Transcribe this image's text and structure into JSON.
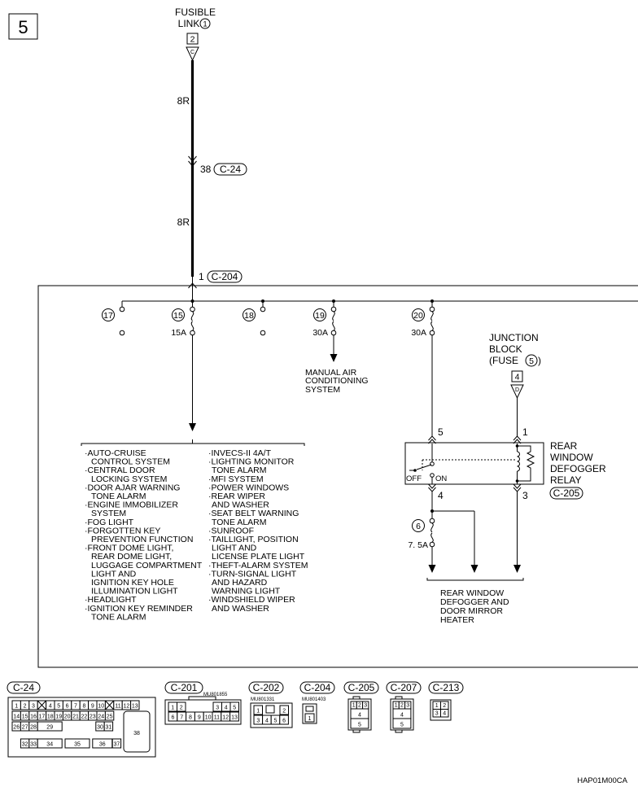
{
  "page_number": "5",
  "fusible_link": {
    "title_line1": "FUSIBLE",
    "title_line2": "LINK",
    "title_num": "1",
    "terminal": "2",
    "conn_letter": "C"
  },
  "wires": {
    "w1": "8R",
    "w2": "8R"
  },
  "splice_1": {
    "pin": "38",
    "conn": "C-24"
  },
  "splice_2": {
    "pin": "1",
    "conn": "C-204"
  },
  "fuses": [
    {
      "num": "17",
      "rating": ""
    },
    {
      "num": "15",
      "rating": "15A"
    },
    {
      "num": "18",
      "rating": ""
    },
    {
      "num": "19",
      "rating": "30A"
    },
    {
      "num": "20",
      "rating": "30A"
    }
  ],
  "mac": [
    "MANUAL AIR",
    "CONDITIONING",
    "SYSTEM"
  ],
  "junction": {
    "line1": "JUNCTION",
    "line2": "BLOCK",
    "line3": "(FUSE",
    "fuse_num": "5",
    "line3_end": ")",
    "terminal": "4",
    "conn_letter": "D"
  },
  "relay": {
    "lines": [
      "REAR",
      "WINDOW",
      "DEFOGGER",
      "RELAY"
    ],
    "conn": "C-205",
    "pins": {
      "p5": "5",
      "p1": "1",
      "p4": "4",
      "p3": "3"
    },
    "off_label": "OFF",
    "on_label": "ON"
  },
  "fuse_6": {
    "num": "6",
    "rating": "7. 5A"
  },
  "heater": [
    "REAR WINDOW",
    "DEFOGGER AND",
    "DOOR MIRROR",
    "HEATER"
  ],
  "systems_left": [
    "·AUTO-CRUISE",
    " CONTROL SYSTEM",
    "·CENTRAL DOOR",
    " LOCKING SYSTEM",
    "·DOOR AJAR WARNING",
    " TONE ALARM",
    "·ENGINE IMMOBILIZER",
    " SYSTEM",
    "·FOG LIGHT",
    "·FORGOTTEN KEY",
    " PREVENTION FUNCTION",
    "·FRONT DOME LIGHT,",
    " REAR DOME LIGHT,",
    " LUGGAGE COMPARTMENT",
    " LIGHT AND",
    " IGNITION KEY HOLE",
    " ILLUMINATION LIGHT",
    "·HEADLIGHT",
    "·IGNITION KEY REMINDER",
    " TONE ALARM"
  ],
  "systems_right": [
    "·INVECS-II 4A/T",
    "·LIGHTING MONITOR",
    " TONE ALARM",
    "·MFI SYSTEM",
    "·POWER WINDOWS",
    "·REAR WIPER",
    " AND WASHER",
    "·SEAT BELT WARNING",
    " TONE ALARM",
    "·SUNROOF",
    "·TAILLIGHT, POSITION",
    " LIGHT AND",
    " LICENSE PLATE LIGHT",
    "·THEFT-ALARM SYSTEM",
    "·TURN-SIGNAL LIGHT",
    " AND HAZARD",
    " WARNING LIGHT",
    "·WINDSHIELD WIPER",
    " AND WASHER"
  ],
  "connectors": [
    {
      "id": "C-24",
      "part": ""
    },
    {
      "id": "C-201",
      "part": "MU801855"
    },
    {
      "id": "C-202",
      "part": "MU801331"
    },
    {
      "id": "C-204",
      "part": "MU801403"
    },
    {
      "id": "C-205",
      "part": ""
    },
    {
      "id": "C-207",
      "part": ""
    },
    {
      "id": "C-213",
      "part": ""
    }
  ],
  "c24_pins": {
    "row1": [
      "1",
      "2",
      "3",
      "",
      "4",
      "5",
      "6",
      "7",
      "8",
      "9",
      "10",
      "",
      "11",
      "12",
      "13"
    ],
    "row2": [
      "14",
      "15",
      "16",
      "17",
      "18",
      "19",
      "20",
      "21",
      "22",
      "23",
      "24",
      "25"
    ],
    "row3": [
      "26",
      "27",
      "28",
      "29",
      "30",
      "31"
    ],
    "row4": [
      "32",
      "33",
      "34",
      "35",
      "36",
      "37"
    ],
    "big": "38"
  },
  "c201_pins": {
    "row1": [
      "1",
      "2",
      "3",
      "4",
      "5"
    ],
    "row2": [
      "6",
      "7",
      "8",
      "9",
      "10",
      "11",
      "12",
      "13"
    ]
  },
  "c202_pins": {
    "row1": [
      "1",
      "",
      "2"
    ],
    "row2": [
      "3",
      "4",
      "5",
      "6"
    ]
  },
  "c204_pins": [
    "1"
  ],
  "c205_pins": [
    "1",
    "2",
    "3",
    "4",
    "5"
  ],
  "c207_pins": [
    "1",
    "2",
    "3",
    "4",
    "5"
  ],
  "c213_pins": [
    "1",
    "2",
    "3",
    "4"
  ],
  "figure_code": "HAP01M00CA"
}
